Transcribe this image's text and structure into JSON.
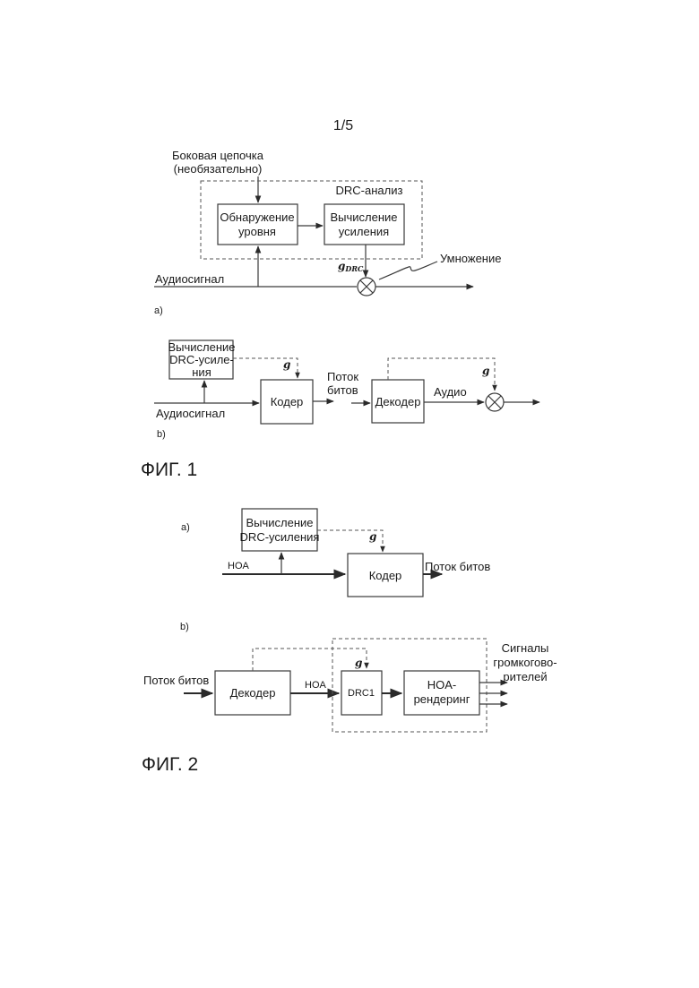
{
  "page_number": "1/5",
  "fig1": {
    "caption": "ФИГ. 1",
    "a": {
      "label": "a)",
      "side_chain_line1": "Боковая цепочка",
      "side_chain_line2": "(необязательно)",
      "drc_analysis": "DRC-анализ",
      "level_detection_line1": "Обнаружение",
      "level_detection_line2": "уровня",
      "gain_calc_line1": "Вычисление",
      "gain_calc_line2": "усиления",
      "g_symbol": "g",
      "g_subscript": "DRC",
      "multiplication": "Умножение",
      "audio_signal": "Аудиосигнал"
    },
    "b": {
      "label": "b)",
      "drc_calc_line1": "Вычисление",
      "drc_calc_line2": "DRC-усиле-",
      "drc_calc_line3": "ния",
      "g_encoder": "g",
      "encoder": "Кодер",
      "bitstream_line1": "Поток",
      "bitstream_line2": "битов",
      "decoder": "Декодер",
      "audio": "Аудио",
      "g_decoder": "g",
      "audio_signal": "Аудиосигнал"
    }
  },
  "fig2": {
    "caption": "ФИГ. 2",
    "a": {
      "label": "a)",
      "drc_calc_line1": "Вычисление",
      "drc_calc_line2": "DRC-усиления",
      "g": "g",
      "hoa": "HOA",
      "encoder": "Кодер",
      "bitstream": "Поток битов"
    },
    "b": {
      "label": "b)",
      "bitstream": "Поток битов",
      "decoder": "Декодер",
      "hoa": "HOA",
      "g": "g",
      "drc1": "DRC1",
      "hoa_render_line1": "HOA-",
      "hoa_render_line2": "рендеринг",
      "speaker_line1": "Сигналы",
      "speaker_line2": "громкогово-",
      "speaker_line3": "рителей"
    }
  }
}
